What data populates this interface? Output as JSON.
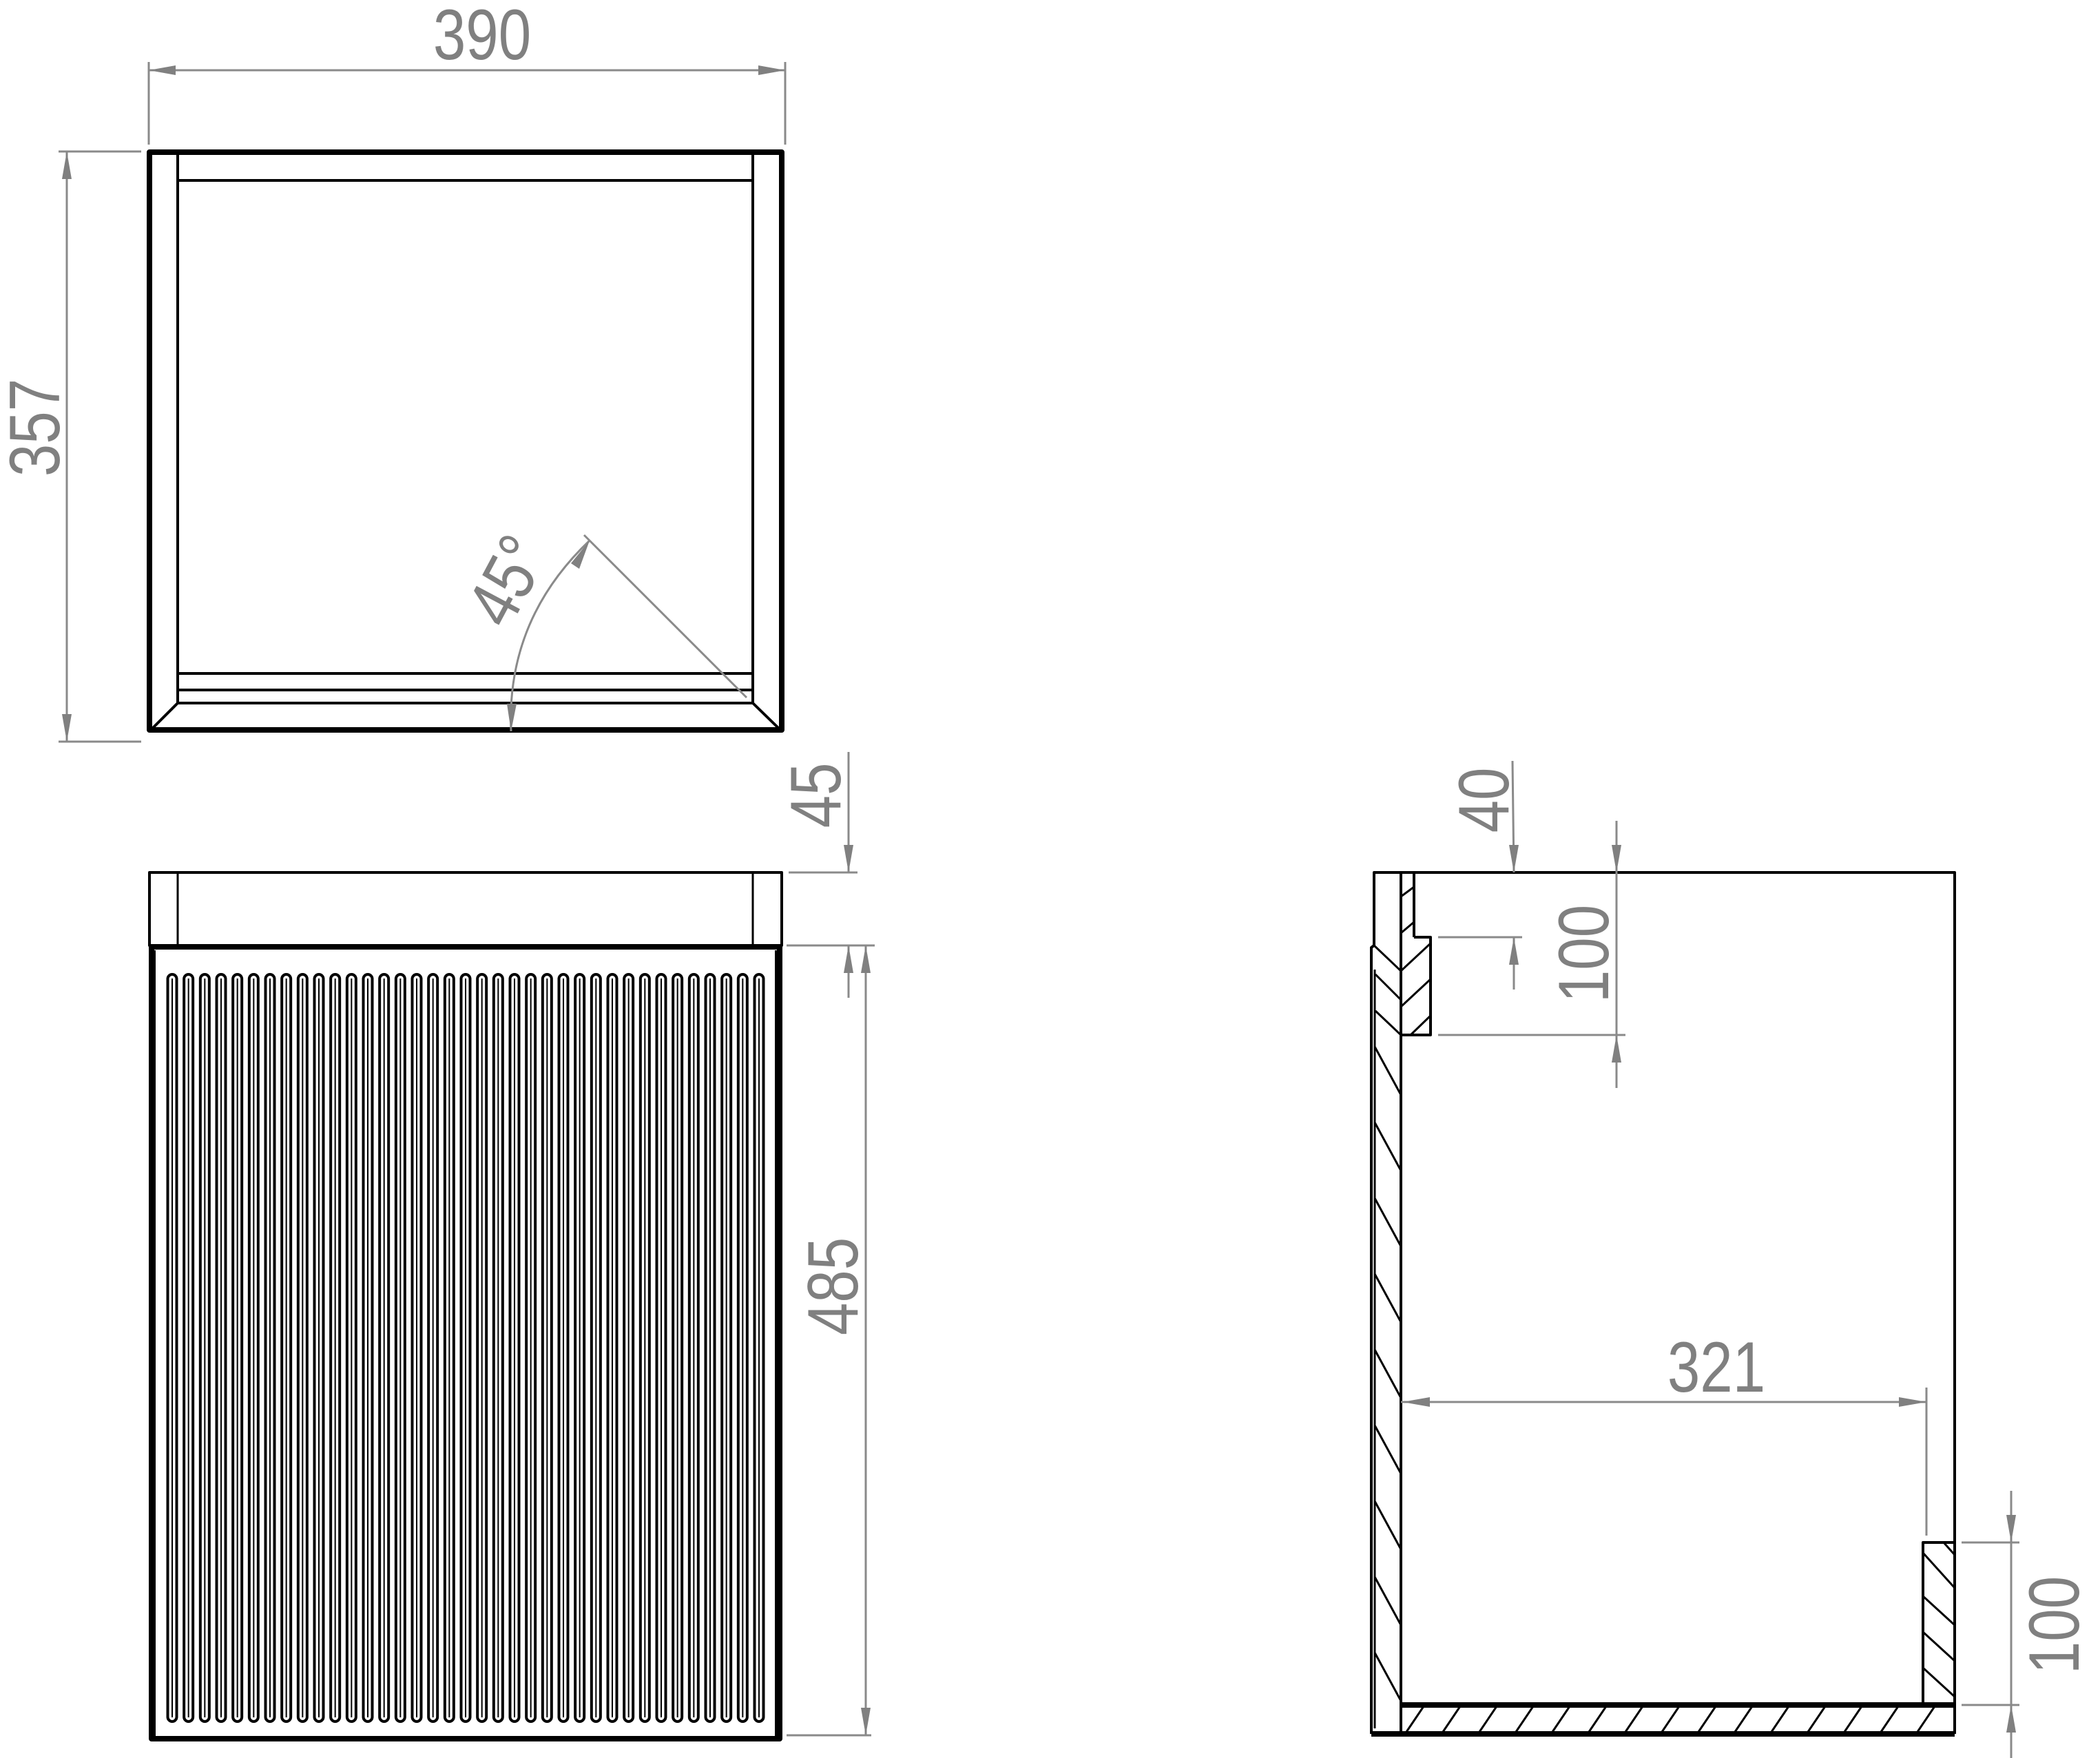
{
  "drawing": {
    "type": "technical-drawing",
    "units": "mm",
    "views": {
      "top_view": {
        "label": "top-view"
      },
      "front_view": {
        "label": "front-view",
        "fluted_slot_count": 37
      },
      "side_section": {
        "label": "side-section-view"
      }
    }
  },
  "dimensions": {
    "top_width": "390",
    "top_depth": "357",
    "top_angle": "45°",
    "front_top_band": "45",
    "front_height": "485",
    "side_lip": "40",
    "side_front_rail": "100",
    "side_inner_depth": "321",
    "side_back_stop": "100"
  },
  "colors": {
    "outline": "#000000",
    "dimension": "#808080",
    "background": "#ffffff"
  }
}
